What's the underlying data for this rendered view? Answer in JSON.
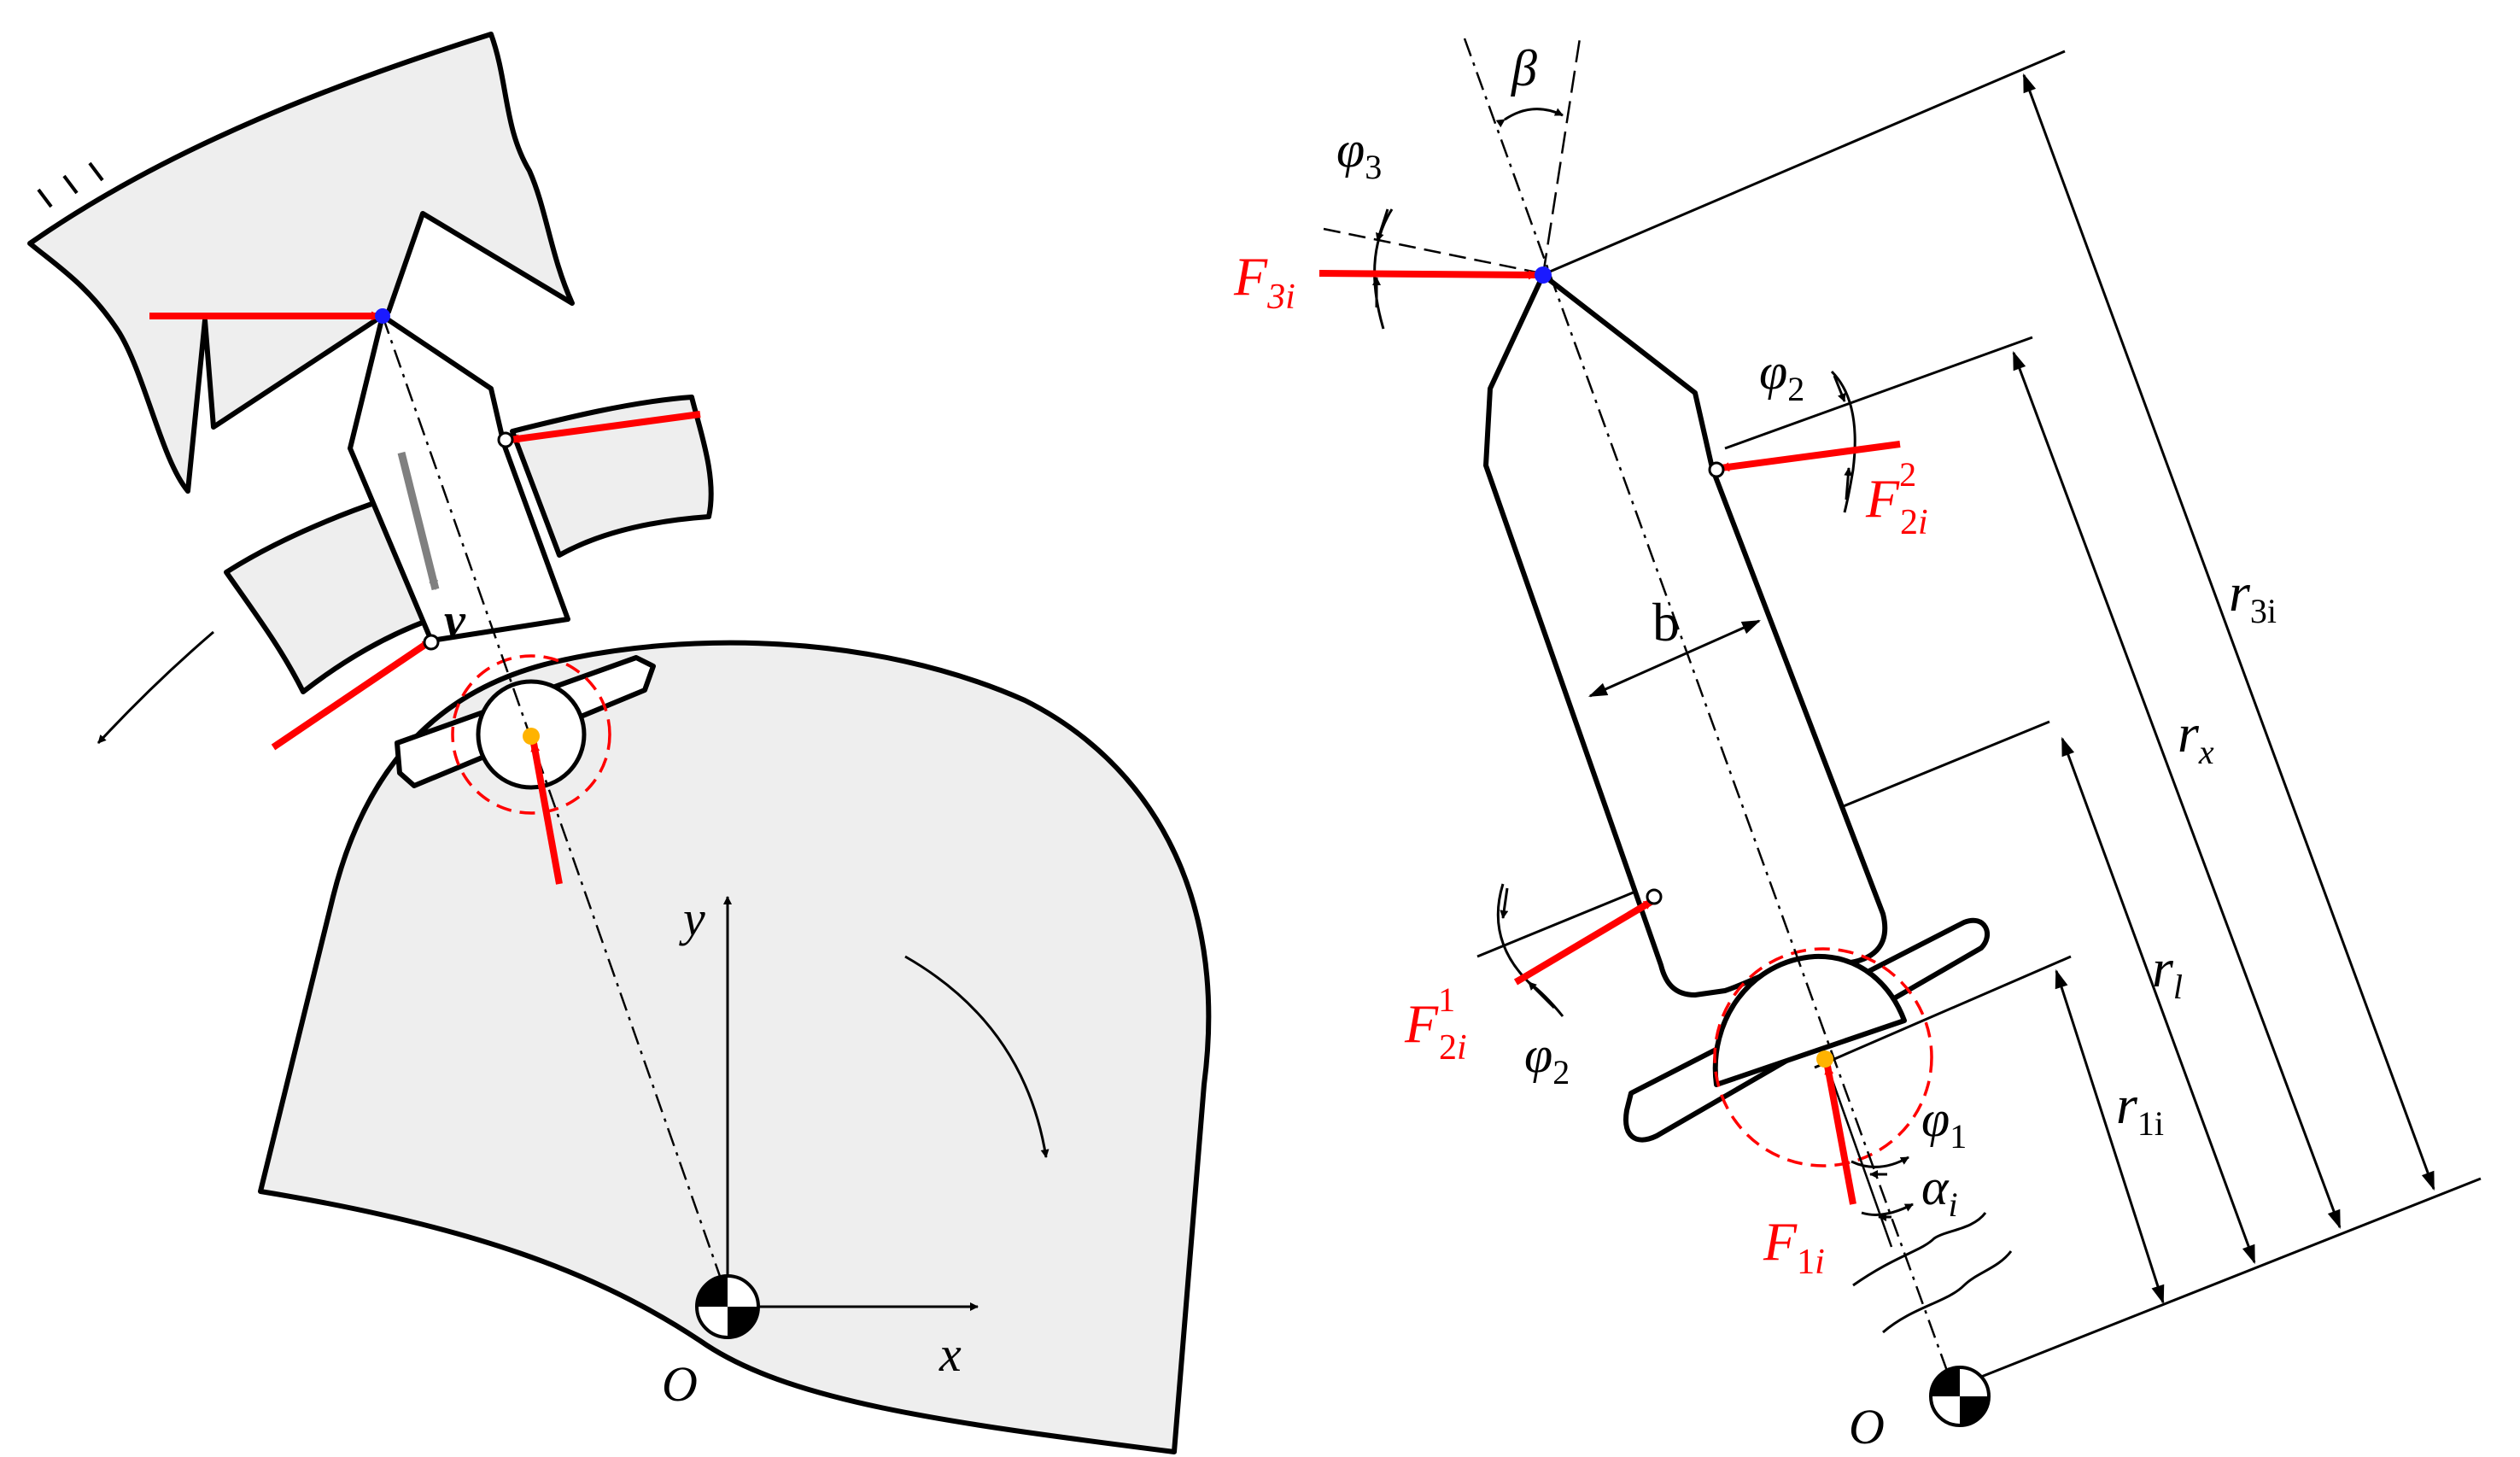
{
  "colors": {
    "force": "#ff0000",
    "stroke": "#000000",
    "body_fill": "#eeeeee",
    "contact_point": "#ffb300",
    "tip_point": "#1a1aff",
    "velocity_arrow": "#808080"
  },
  "left": {
    "axis_x": "x",
    "axis_y": "y",
    "origin": "O",
    "velocity": "v"
  },
  "right": {
    "origin": "O",
    "beta": "β",
    "phi": "φ",
    "phi3_sub": "3",
    "phi2_sub": "2",
    "phi1_sub": "1",
    "alpha": "α",
    "alpha_sub": "i",
    "width": "b",
    "F": "F",
    "F3_sub": "3i",
    "F2_sub_main": "2",
    "F2_sub_i": "i",
    "F2_sup_top": "2",
    "F2_sup_bottom": "1",
    "F1_sub_1": "1",
    "F1_sub_i": "i",
    "r": "r",
    "r3_sub": "3i",
    "rx_sub": "x",
    "rl_sub": "l",
    "r1_sub": "1i"
  }
}
